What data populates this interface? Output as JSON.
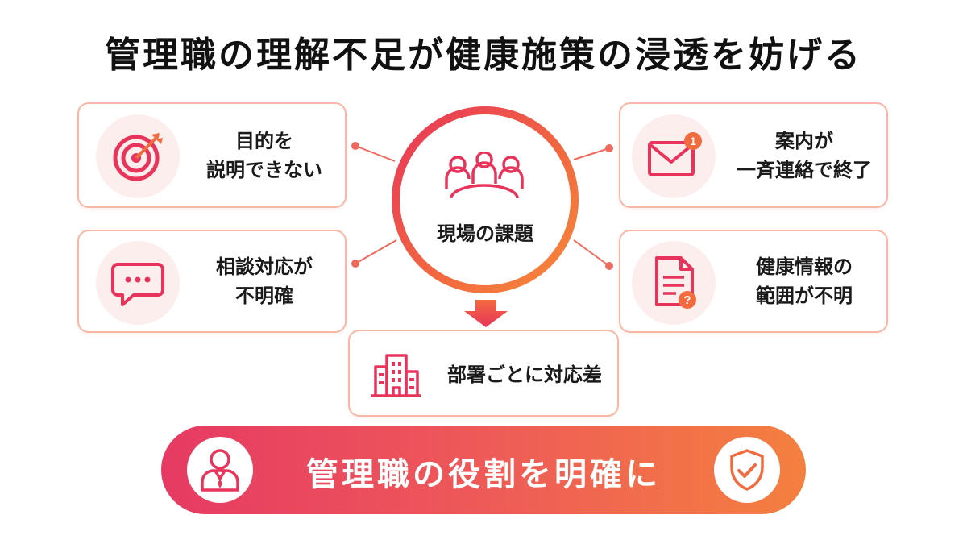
{
  "title": "管理職の理解不足が健康施策の浸透を妨げる",
  "hub": {
    "label": "現場の課題",
    "icon": "group-meeting-icon"
  },
  "cards": {
    "left_top": {
      "line1": "目的を",
      "line2": "説明できない",
      "icon": "target-icon"
    },
    "left_bottom": {
      "line1": "相談対応が",
      "line2": "不明確",
      "icon": "speech-bubble-icon"
    },
    "right_top": {
      "line1": "案内が",
      "line2": "一斉連絡で終了",
      "icon": "mail-notification-icon",
      "badge": "1"
    },
    "right_bottom": {
      "line1": "健康情報の",
      "line2": "範囲が不明",
      "icon": "document-question-icon",
      "badge": "?"
    },
    "center_bottom": {
      "line1": "部署ごとに対応差",
      "icon": "office-building-icon"
    }
  },
  "banner": {
    "text": "管理職の役割を明確に",
    "left_icon": "manager-person-icon",
    "right_icon": "shield-check-icon"
  },
  "colors": {
    "accent_red": "#e8335a",
    "accent_orange": "#f4803f",
    "card_border": "#f7b7a4",
    "icon_bg": "#fdeeee"
  }
}
